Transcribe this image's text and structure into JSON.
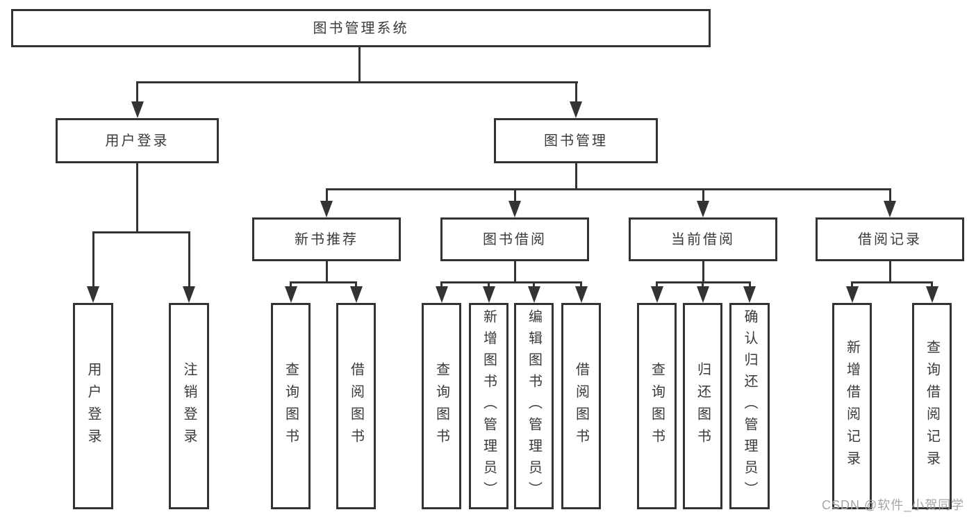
{
  "diagram": {
    "title": "图书管理系统",
    "watermark": "CSDN @软件_小贺同学",
    "colors": {
      "line": "#333333",
      "text": "#3a3a3a",
      "background": "#ffffff",
      "watermark": "#a5a5a5"
    },
    "nodes": {
      "root": {
        "label": "图书管理系统"
      },
      "user_login": {
        "label": "用户登录"
      },
      "book_mgmt": {
        "label": "图书管理"
      },
      "new_book_rec": {
        "label": "新书推荐"
      },
      "book_borrow": {
        "label": "图书借阅"
      },
      "current_borrow": {
        "label": "当前借阅"
      },
      "borrow_records": {
        "label": "借阅记录"
      },
      "user_login_leaf": {
        "label": "用户登录"
      },
      "logout_leaf": {
        "label": "注销登录"
      },
      "rec_query_book": {
        "label": "查询图书"
      },
      "rec_borrow_book": {
        "label": "借阅图书"
      },
      "bb_query_book": {
        "label": "查询图书"
      },
      "bb_add_book": {
        "label": "新增图书（管理员）"
      },
      "bb_edit_book": {
        "label": "编辑图书（管理员）"
      },
      "bb_borrow_book": {
        "label": "借阅图书"
      },
      "cb_query_book": {
        "label": "查询图书"
      },
      "cb_return_book": {
        "label": "归还图书"
      },
      "cb_confirm_return": {
        "label": "确认归还（管理员）"
      },
      "br_add_record": {
        "label": "新增借阅记录"
      },
      "br_query_record": {
        "label": "查询借阅记录"
      }
    }
  }
}
